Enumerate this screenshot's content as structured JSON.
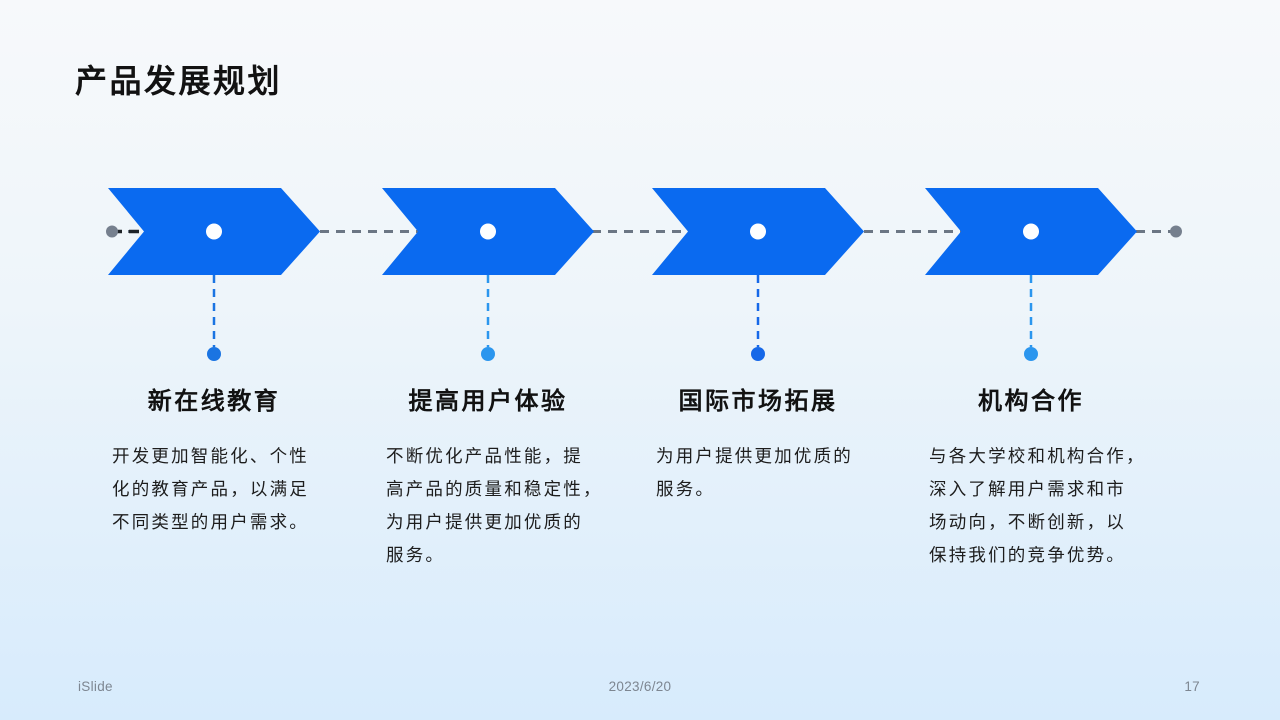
{
  "slide": {
    "title": "产品发展规划",
    "colors": {
      "arrow_blue": "#0a6af0",
      "node_white": "#fdfeff",
      "endpoint_gray": "#76808e",
      "connector_gray": "#6b7684",
      "connector_dark": "#1f2428"
    },
    "milestones": [
      {
        "heading": "新在线教育",
        "body": "开发更加智能化、个性化的教育产品，以满足不同类型的用户需求。",
        "body_lines": [
          "开发更加智能化、个性",
          "化的教育产品，以满足",
          "不同类型的用户需求。"
        ],
        "drop_color": "#1a74e2"
      },
      {
        "heading": "提高用户体验",
        "body": "不断优化产品性能，提高产品的质量和稳定性，为用户提供更加优质的服务。",
        "body_lines": [
          "不断优化产品性能，提",
          "高产品的质量和稳定性，",
          "为用户提供更加优质的",
          "服务。"
        ],
        "drop_color": "#2b96ee"
      },
      {
        "heading": "国际市场拓展",
        "body": "为用户提供更加优质的服务。",
        "body_lines": [
          "为用户提供更加优质的",
          "服务。"
        ],
        "drop_color": "#1668e8"
      },
      {
        "heading": "机构合作",
        "body": "与各大学校和机构合作，深入了解用户需求和市场动向，不断创新，以保持我们的竞争优势。",
        "body_lines": [
          "与各大学校和机构合作，",
          "深入了解用户需求和市",
          "场动向，不断创新，以",
          "保持我们的竞争优势。"
        ],
        "drop_color": "#2b96ee"
      }
    ],
    "footer": {
      "brand": "iSlide",
      "date": "2023/6/20",
      "page_number": "17"
    }
  }
}
